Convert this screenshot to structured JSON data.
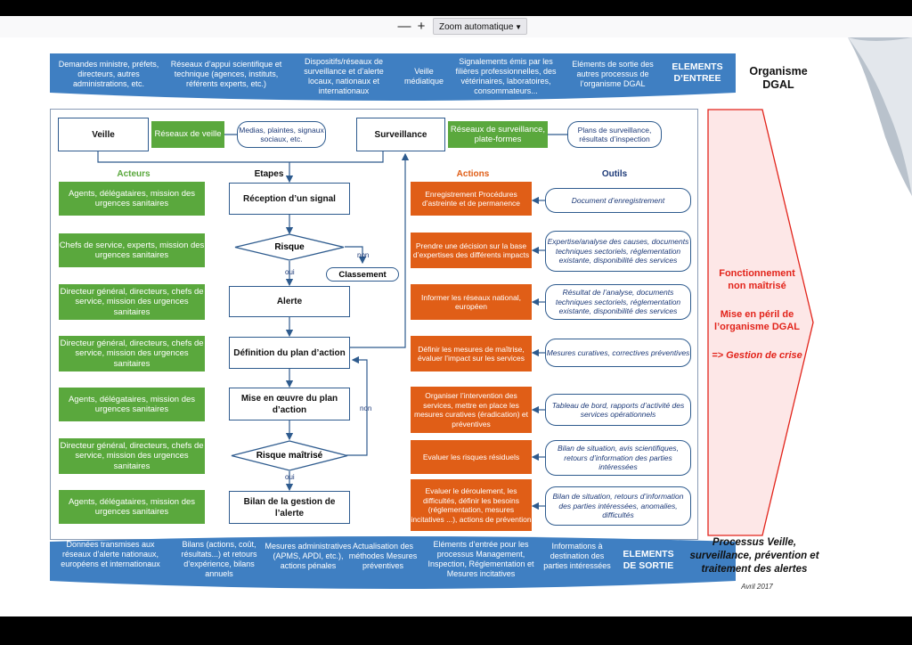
{
  "viewer": {
    "zoom_out": "—",
    "zoom_in": "+",
    "zoom_label": "Zoom automatique"
  },
  "entree": {
    "items": [
      "Demandes ministre, préfets, directeurs, autres administrations, etc.",
      "Réseaux d’appui scientifique et technique (agences, instituts, référents experts, etc.)",
      "Dispositifs/réseaux de surveillance et d’alerte locaux, nationaux et internationaux",
      "Veille médiatique",
      "Signalements émis par les filières professionnelles, des vétérinaires, laboratoires, consommateurs...",
      "Eléments de sortie des autres processus de l’organisme DGAL"
    ],
    "label": "ELEMENTS D’ENTREE"
  },
  "organisme": "Organisme DGAL",
  "top": {
    "veille": "Veille",
    "reseaux_veille": "Réseaux de veille",
    "medias": "Medias, plaintes, signaux sociaux, etc.",
    "surveillance": "Surveillance",
    "reseaux_surveillance": "Réseaux de surveillance, plate-formes",
    "plans": "Plans de surveillance, résultats d’inspection"
  },
  "headers": {
    "acteurs": "Acteurs",
    "etapes": "Etapes",
    "actions": "Actions",
    "outils": "Outils"
  },
  "acteurs": [
    "Agents, délégataires, mission des urgences sanitaires",
    "Chefs de service, experts, mission des urgences sanitaires",
    "Directeur général, directeurs, chefs de service, mission des urgences sanitaires",
    "Directeur général, directeurs, chefs de service, mission des urgences sanitaires",
    "Agents, délégataires, mission des urgences sanitaires",
    "Directeur général, directeurs, chefs de service, mission des urgences sanitaires",
    "Agents, délégataires, mission des urgences sanitaires"
  ],
  "etapes": {
    "reception": "Réception d’un signal",
    "risque": "Risque",
    "non1": "non",
    "classement": "Classement",
    "oui1": "oui",
    "alerte": "Alerte",
    "definition": "Définition du plan d’action",
    "mise": "Mise en œuvre du plan d’action",
    "non2": "non",
    "risque_maitrise": "Risque maîtrisé",
    "oui2": "oui",
    "bilan": "Bilan de la gestion de l’alerte"
  },
  "actions": [
    "Enregistrement Procédures d’astreinte et de permanence",
    "Prendre une décision sur la base d’expertises des différents impacts",
    "Informer les réseaux national, européen",
    "Définir les mesures de maîtrise, évaluer l’impact sur les services",
    "Organiser l’intervention des services, mettre en place les mesures curatives (éradication) et préventives",
    "Evaluer les risques résiduels",
    "Evaluer le déroulement, les difficultés, définir les besoins (réglementation, mesures incitatives ...), actions de prévention"
  ],
  "outils": [
    "Document d’enregistrement",
    "Expertise/analyse des causes, documents techniques sectoriels, réglementation existante, disponibilité des services",
    "Résultat de l’analyse, documents techniques sectoriels, réglementation existante, disponibilité des services",
    "Mesures curatives, correctives préventives",
    "Tableau de bord, rapports d’activité des services opérationnels",
    "Bilan de situation, avis scientifiques, retours d’information des parties intéressées",
    "Bilan de situation, retours d’information des parties intéressées, anomalies, difficultés"
  ],
  "right": {
    "line1": "Fonctionnement non maîtrisé",
    "line2": "Mise en péril de l’organisme DGAL",
    "line3": "=> Gestion de crise"
  },
  "sortie": {
    "items": [
      "Données transmises aux réseaux d’alerte nationaux, européens et internationaux",
      "Bilans (actions, coût, résultats...) et retours d’expérience, bilans annuels",
      "Mesures administratives (APMS, APDI, etc.), actions pénales",
      "Actualisation des méthodes Mesures préventives",
      "Eléments d’entrée pour les processus Management, Inspection, Réglementation et Mesures incitatives",
      "Informations à destination des parties intéressées"
    ],
    "label": "ELEMENTS DE SORTIE"
  },
  "processus": {
    "title": "Processus Veille, surveillance, prévention et traitement des alertes",
    "date": "Avril 2017"
  },
  "colors": {
    "banner": "#3f7fc2",
    "green": "#5aa83d",
    "orange": "#e05e17",
    "red": "#e2231a",
    "navy": "#2e5b8e"
  }
}
